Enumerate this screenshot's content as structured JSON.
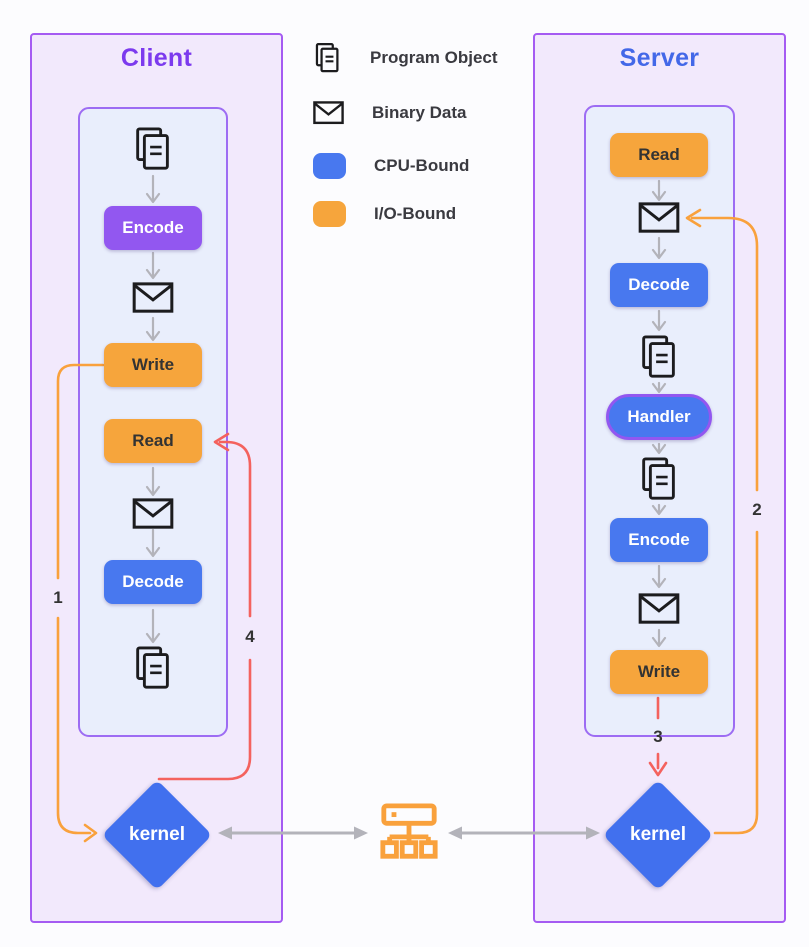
{
  "colors": {
    "purple_box": "#9257f0",
    "blue_box": "#4878ef",
    "orange_box": "#f6a53c",
    "red_line": "#f4625e",
    "orange_line": "#f9a13c",
    "gray_line": "#b3b3ba",
    "outer_bg": "#f2e9fc",
    "outer_border": "#a55bf2",
    "inner_bg": "#e9eefc",
    "inner_border": "#9d6cf3",
    "client_title": "#7c3aee",
    "server_title": "#4368e8",
    "dark_text": "#333333",
    "kernel_blue": "#4170ee",
    "handler_border": "#9257f0",
    "icon_stroke": "#1c1c1e"
  },
  "legend": {
    "items": [
      {
        "icon": "program-object-icon",
        "label": "Program Object"
      },
      {
        "icon": "binary-data-icon",
        "label": "Binary Data"
      },
      {
        "icon": "cpu-bound-swatch",
        "label": "CPU-Bound"
      },
      {
        "icon": "io-bound-swatch",
        "label": "I/O-Bound"
      }
    ]
  },
  "client": {
    "title": "Client",
    "encode": "Encode",
    "write": "Write",
    "read": "Read",
    "decode": "Decode",
    "kernel": "kernel"
  },
  "server": {
    "title": "Server",
    "read": "Read",
    "decode": "Decode",
    "handler": "Handler",
    "encode": "Encode",
    "write": "Write",
    "kernel": "kernel"
  },
  "edges": {
    "client_write_to_kernel": "1",
    "server_kernel_to_binary": "2",
    "server_write_to_kernel": "3",
    "client_kernel_to_read": "4"
  }
}
